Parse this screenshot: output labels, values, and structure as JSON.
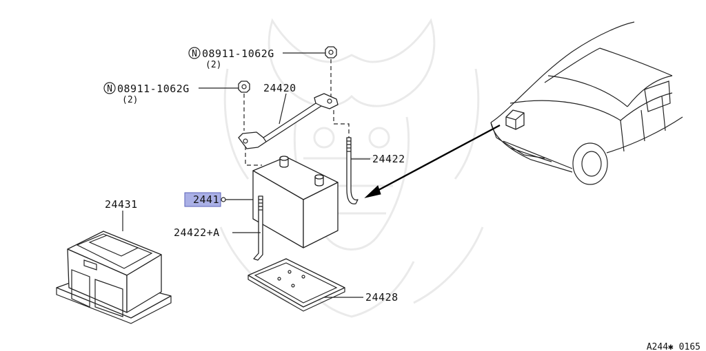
{
  "callouts": {
    "nut_code_top": "08911-1062G",
    "nut_qty_top": "(2)",
    "nut_code_left": "08911-1062G",
    "nut_qty_left": "(2)",
    "nut_symbol": "N",
    "frame": "24420",
    "rod_right": "24422",
    "battery_highlighted": "2441",
    "rod_left": "24422+A",
    "battery_cover": "24431",
    "tray": "24428"
  },
  "catalog_code": "A244✱ 0165",
  "colors": {
    "highlight_fill": "#aab0e6",
    "line": "#222222",
    "watermark": "#eaeaea"
  }
}
